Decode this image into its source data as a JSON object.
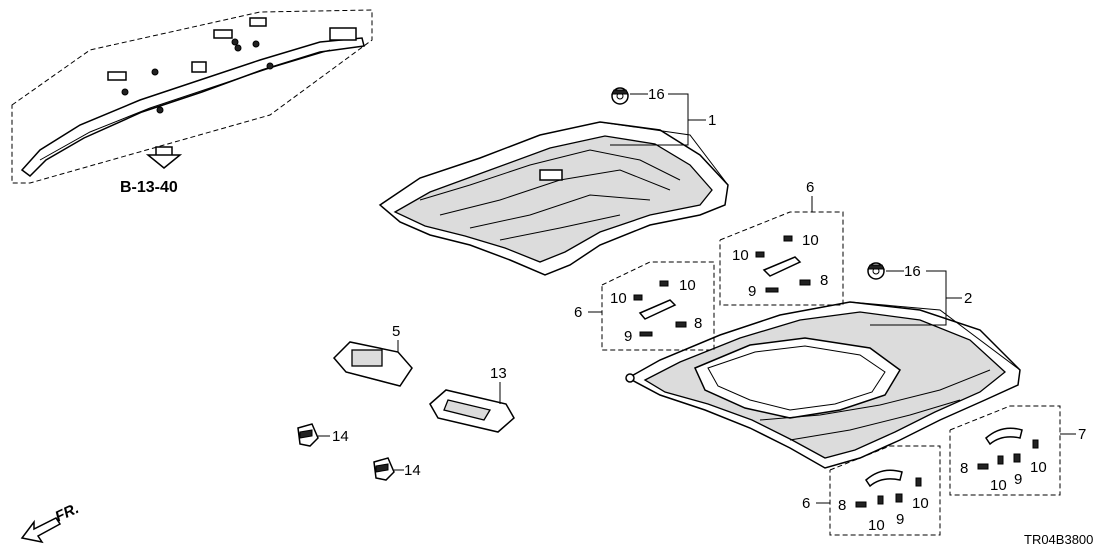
{
  "diagram": {
    "reference_ref": "B-13-40",
    "direction_label": "FR.",
    "diagram_code": "TR04B3800",
    "callouts": {
      "c1": "1",
      "c2": "2",
      "c5": "5",
      "c6a": "6",
      "c6b": "6",
      "c6c": "6",
      "c7": "7",
      "c8a": "8",
      "c8b": "8",
      "c8c": "8",
      "c8d": "8",
      "c9a": "9",
      "c9b": "9",
      "c9c": "9",
      "c9d": "9",
      "c10a": "10",
      "c10b": "10",
      "c10c": "10",
      "c10d": "10",
      "c10e": "10",
      "c10f": "10",
      "c10g": "10",
      "c10h": "10",
      "c13": "13",
      "c14a": "14",
      "c14b": "14",
      "c16a": "16",
      "c16b": "16"
    }
  }
}
